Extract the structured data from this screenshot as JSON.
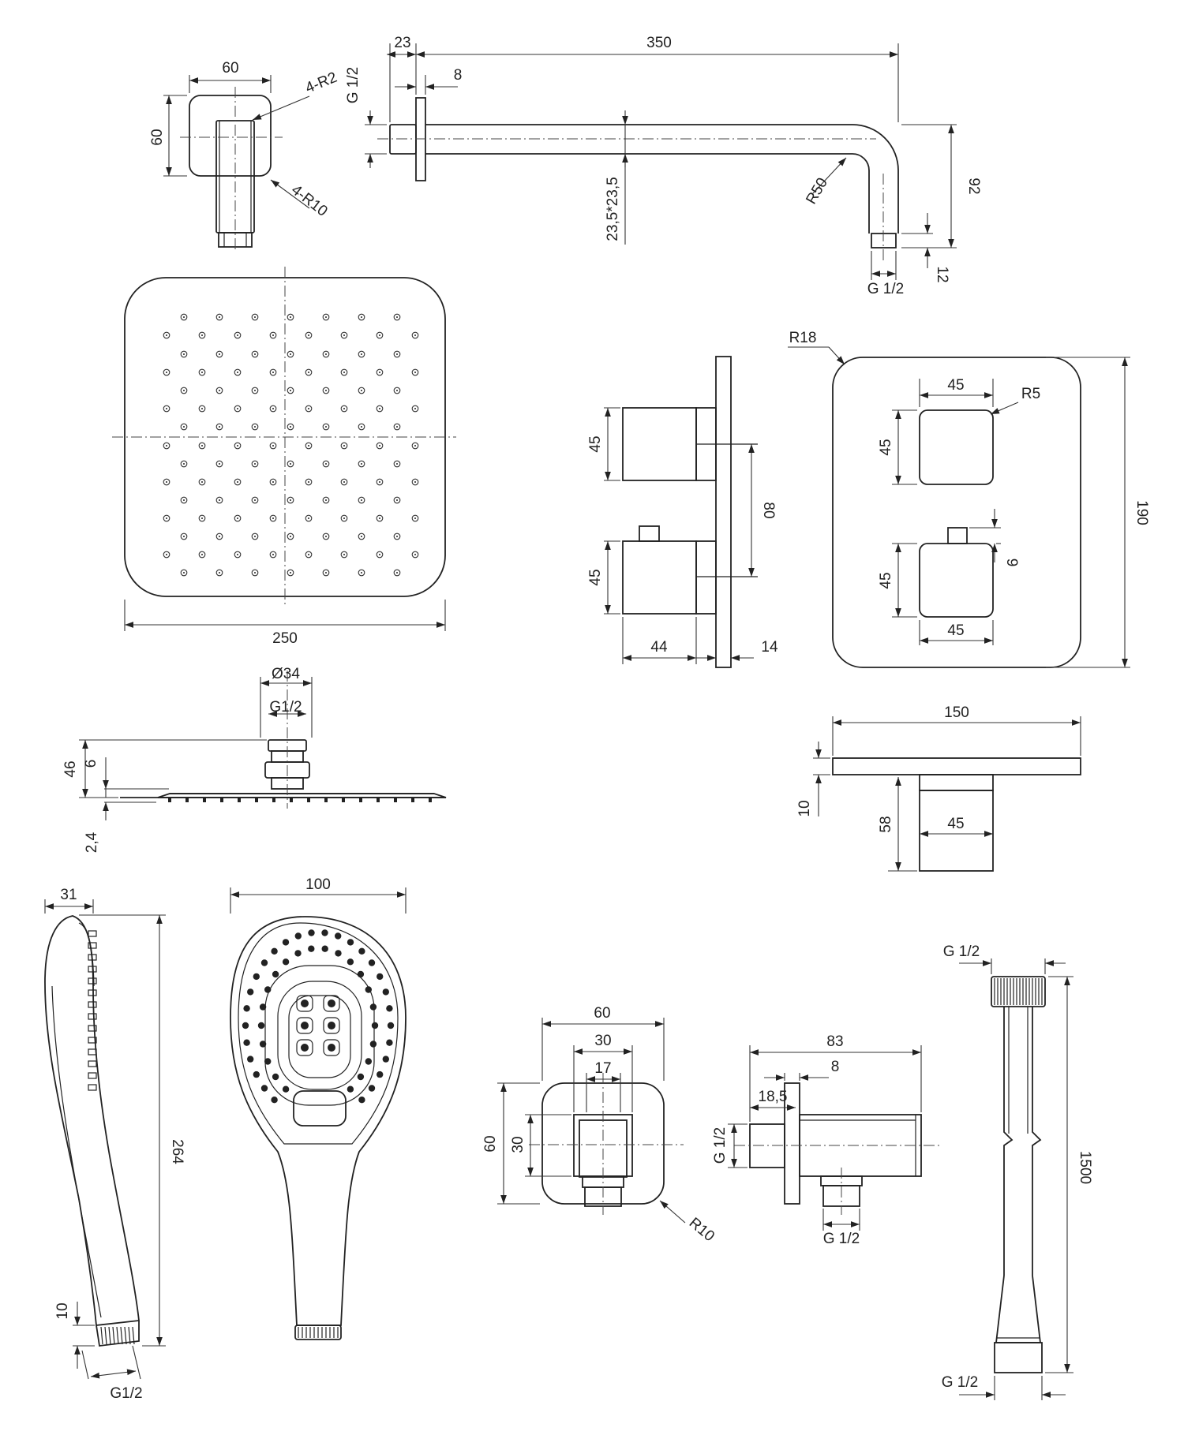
{
  "colors": {
    "line": "#222222",
    "background": "#ffffff"
  },
  "labels": {
    "wall_plate_width": "60",
    "wall_plate_height": "60",
    "wall_plate_corner_inner": "4-R2",
    "wall_plate_corner_outer": "4-R10",
    "arm_flange_offset": "23",
    "arm_length": "350",
    "arm_thread": "G 1/2",
    "arm_flange_thickness": "8",
    "arm_section": "23,5*23,5",
    "arm_bend_radius": "R50",
    "arm_drop": "92",
    "arm_end_length": "12",
    "arm_end_thread": "G 1/2",
    "head_size": "250",
    "head_nut_diameter": "Ø34",
    "head_thread": "G1/2",
    "head_height": "46",
    "head_plate_offset": "6",
    "head_plate_thickness": "2,4",
    "mixer_knob_height_top": "45",
    "mixer_knob_height_bottom": "45",
    "mixer_knob_spacing": "80",
    "mixer_knob_depth": "44",
    "mixer_plate_depth": "14",
    "mixer_plate_radius": "R18",
    "mixer_knob_width": "45",
    "mixer_knob_radius": "R5",
    "mixer_front_knob_top": "45",
    "mixer_front_knob_bottom": "45",
    "mixer_stem_height": "9",
    "mixer_knob_width_bottom": "45",
    "mixer_plate_height": "190",
    "shelf_width": "150",
    "shelf_thickness": "10",
    "shelf_bracket_height": "58",
    "shelf_bracket_width": "45",
    "hand_depth": "31",
    "hand_width": "100",
    "hand_length": "264",
    "hand_thread_length": "10",
    "hand_thread": "G1/2",
    "outlet_width": "60",
    "outlet_inner": "30",
    "outlet_hole": "17",
    "outlet_height": "60",
    "outlet_inner_height": "30",
    "outlet_radius": "R10",
    "outlet_length": "83",
    "outlet_flange": "8",
    "outlet_offset": "18,5",
    "outlet_inlet_thread": "G 1/2",
    "outlet_outlet_thread": "G 1/2",
    "hose_top_thread": "G 1/2",
    "hose_length": "1500",
    "hose_bottom_thread": "G 1/2"
  }
}
